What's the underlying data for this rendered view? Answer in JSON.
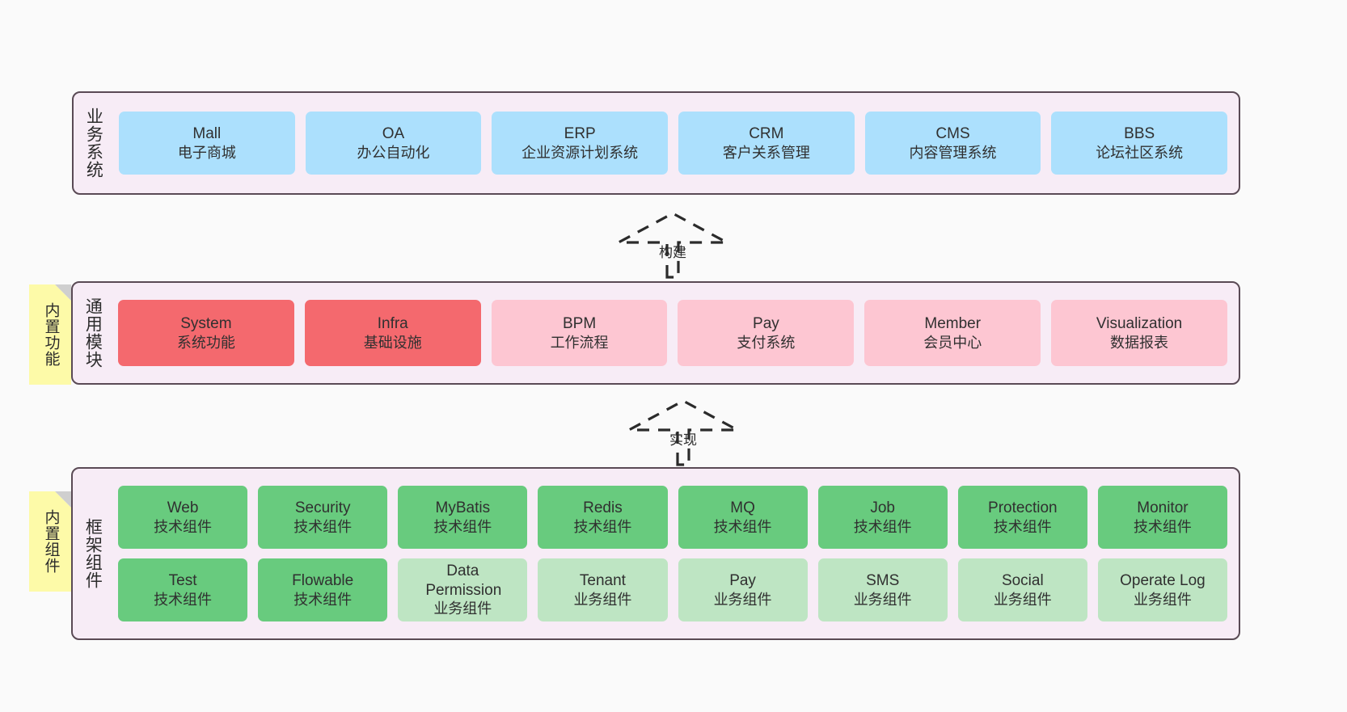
{
  "diagram": {
    "background_color": "#fafafa",
    "layer_bg": "#f7ecf6",
    "layer_border": "#5a4a55",
    "palette": {
      "blue": "#ace0fd",
      "red": "#f4696e",
      "pink": "#fdc6d2",
      "green": "#68cb7e",
      "light_green": "#bee5c3",
      "sticky_yellow": "#fdfaa8",
      "fold_gray": "#cfcfcf"
    }
  },
  "layers": [
    {
      "id": "business-systems",
      "title": "业务系统",
      "tiles": [
        {
          "name": "Mall",
          "sub": "电子商城",
          "color": "blue"
        },
        {
          "name": "OA",
          "sub": "办公自动化",
          "color": "blue"
        },
        {
          "name": "ERP",
          "sub": "企业资源计划系统",
          "color": "blue"
        },
        {
          "name": "CRM",
          "sub": "客户关系管理",
          "color": "blue"
        },
        {
          "name": "CMS",
          "sub": "内容管理系统",
          "color": "blue"
        },
        {
          "name": "BBS",
          "sub": "论坛社区系统",
          "color": "blue"
        }
      ]
    },
    {
      "id": "common-modules",
      "title": "通用模块",
      "sticky": "内置功能",
      "tiles": [
        {
          "name": "System",
          "sub": "系统功能",
          "color": "red"
        },
        {
          "name": "Infra",
          "sub": "基础设施",
          "color": "red"
        },
        {
          "name": "BPM",
          "sub": "工作流程",
          "color": "pink"
        },
        {
          "name": "Pay",
          "sub": "支付系统",
          "color": "pink"
        },
        {
          "name": "Member",
          "sub": "会员中心",
          "color": "pink"
        },
        {
          "name": "Visualization",
          "sub": "数据报表",
          "color": "pink"
        }
      ]
    },
    {
      "id": "framework-components",
      "title": "框架组件",
      "sticky": "内置组件",
      "rows": [
        [
          {
            "name": "Web",
            "sub": "技术组件",
            "color": "green"
          },
          {
            "name": "Security",
            "sub": "技术组件",
            "color": "green"
          },
          {
            "name": "MyBatis",
            "sub": "技术组件",
            "color": "green"
          },
          {
            "name": "Redis",
            "sub": "技术组件",
            "color": "green"
          },
          {
            "name": "MQ",
            "sub": "技术组件",
            "color": "green"
          },
          {
            "name": "Job",
            "sub": "技术组件",
            "color": "green"
          },
          {
            "name": "Protection",
            "sub": "技术组件",
            "color": "green"
          },
          {
            "name": "Monitor",
            "sub": "技术组件",
            "color": "green"
          }
        ],
        [
          {
            "name": "Test",
            "sub": "技术组件",
            "color": "green"
          },
          {
            "name": "Flowable",
            "sub": "技术组件",
            "color": "green"
          },
          {
            "name": "Data Permission",
            "sub": "业务组件",
            "color": "lightgreen"
          },
          {
            "name": "Tenant",
            "sub": "业务组件",
            "color": "lightgreen"
          },
          {
            "name": "Pay",
            "sub": "业务组件",
            "color": "lightgreen"
          },
          {
            "name": "SMS",
            "sub": "业务组件",
            "color": "lightgreen"
          },
          {
            "name": "Social",
            "sub": "业务组件",
            "color": "lightgreen"
          },
          {
            "name": "Operate Log",
            "sub": "业务组件",
            "color": "lightgreen"
          }
        ]
      ]
    }
  ],
  "connectors": [
    {
      "id": "build-arrow",
      "label": "构建"
    },
    {
      "id": "implement-arrow",
      "label": "实现"
    }
  ]
}
